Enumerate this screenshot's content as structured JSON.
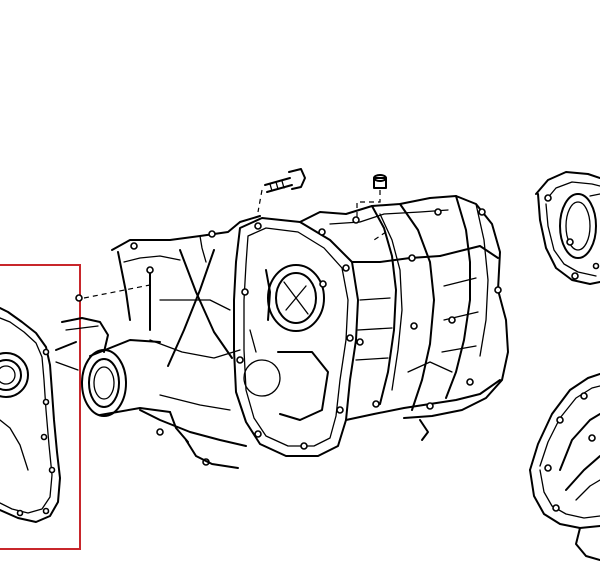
{
  "diagram": {
    "colors": {
      "background": "#ffffff",
      "line": "#000000",
      "highlight_box": "#c8262b"
    },
    "parts": [
      {
        "name": "extension-housing-cover",
        "highlighted": true
      },
      {
        "name": "transfer-case-assembly",
        "highlighted": false
      },
      {
        "name": "bolt",
        "highlighted": false
      },
      {
        "name": "plug",
        "highlighted": false
      },
      {
        "name": "rear-cover-upper",
        "highlighted": false
      },
      {
        "name": "rear-cover-lower",
        "highlighted": false
      }
    ]
  }
}
